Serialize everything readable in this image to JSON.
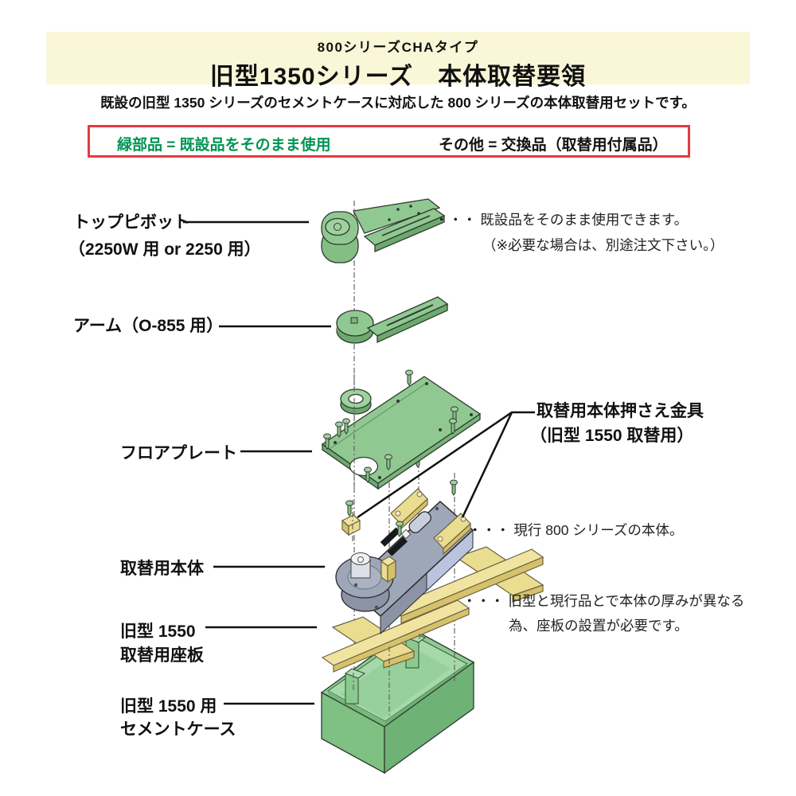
{
  "colors": {
    "band_bg": "#FAF6D8",
    "legend_border": "#E23B41",
    "legend_green": "#009355",
    "part_green": "#90C891",
    "part_green_side": "#6CA96F",
    "part_yellow": "#EBDD90",
    "part_yellow_side": "#D6C26A",
    "part_gray": "#9EA7B7",
    "part_gray_light": "#BAC4DE",
    "case_green": "#7FC083",
    "text_dark": "#111111"
  },
  "header": {
    "line1": "800シリーズCHAタイプ",
    "line2": "旧型1350シリーズ　本体取替要領"
  },
  "subtitle": "既設の旧型 1350 シリーズのセメントケースに対応した 800 シリーズの本体取替用セットです。",
  "legend": {
    "green_text": "緑部品 = 既設品をそのまま使用",
    "other_text": "その他 = 交換品（取替用付属品）"
  },
  "labels": {
    "top_pivot_1": "トップピボット",
    "top_pivot_2": "（2250W 用 or 2250 用）",
    "arm": "アーム（O-855 用）",
    "floor_plate": "フロアプレート",
    "holder_1": "取替用本体押さえ金具",
    "holder_2": "（旧型 1550 取替用）",
    "body": "取替用本体",
    "seat_plate_1": "旧型 1550",
    "seat_plate_2": "取替用座板",
    "cement_case_1": "旧型 1550 用",
    "cement_case_2": "セメントケース"
  },
  "annotations": {
    "pivot_1": "・・・ 既設品をそのまま使用できます。",
    "pivot_2": "（※必要な場合は、別途注文下さい。）",
    "body": "・・・ 現行 800 シリーズの本体。",
    "seat_1": "・・・ 旧型と現行品とで本体の厚みが異なる",
    "seat_2": "為、座板の設置が必要です。"
  }
}
